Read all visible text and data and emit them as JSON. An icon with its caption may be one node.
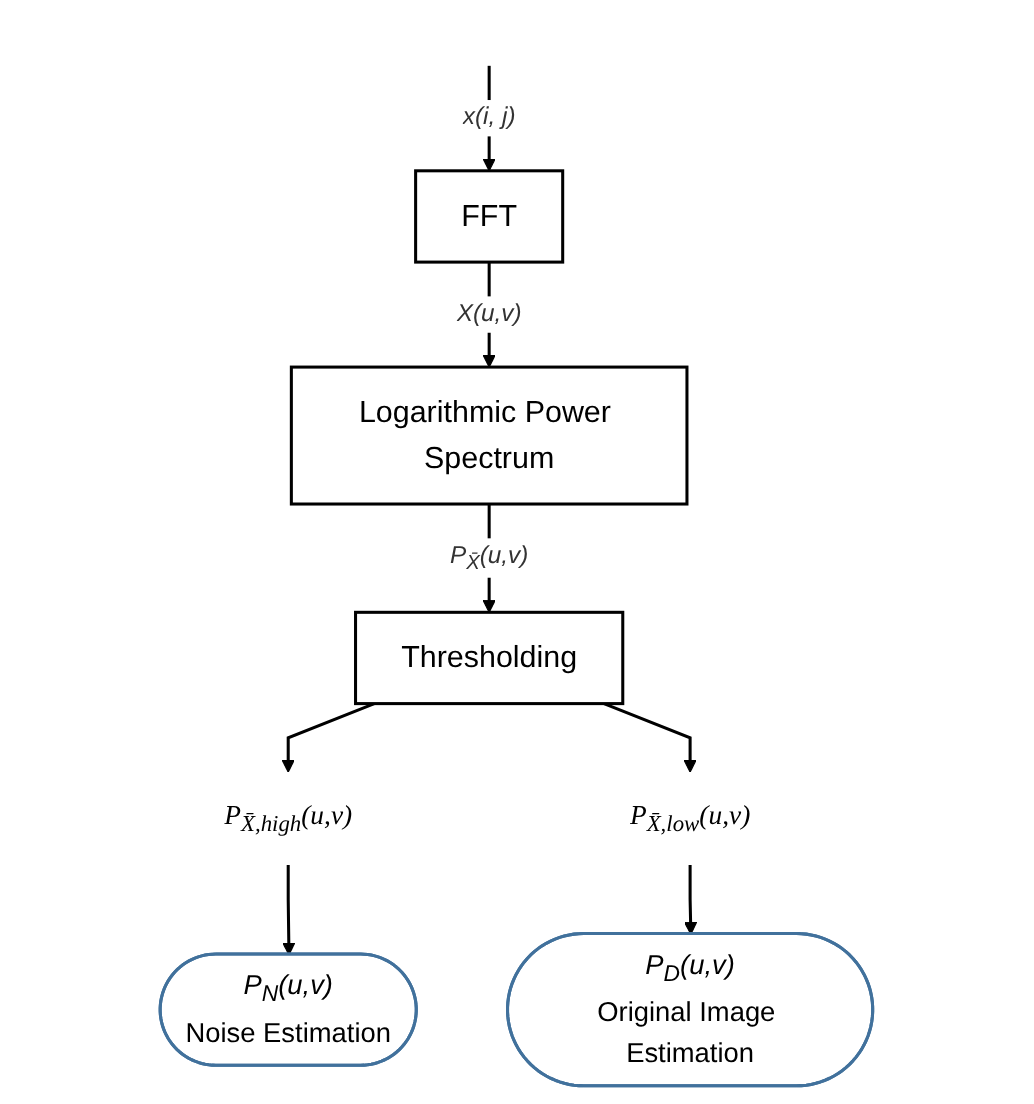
{
  "diagram": {
    "nodes": [
      {
        "text": [
          "FFT"
        ]
      },
      {
        "text": [
          "Logarithmic Power Spectrum"
        ]
      },
      {
        "text": [
          "Thresholding"
        ]
      },
      {
        "text": [
          "P$_{X̄,high}$(u,v)"
        ]
      },
      {
        "text": [
          "P$_{X̄,low}$(u,v)"
        ]
      },
      {
        "text": [
          "P$_{N}$(u,v)",
          "Noise Estimation"
        ]
      },
      {
        "text": [
          "P$_{D}$(u,v)",
          "Original Image Estimation"
        ]
      }
    ],
    "edges": [
      {
        "from": null,
        "to": 0,
        "arrow": "to",
        "label": "x(i, j)"
      },
      {
        "from": 0,
        "to": 1,
        "arrow": "to",
        "label": "X(u,v)"
      },
      {
        "from": 1,
        "to": 2,
        "arrow": "to",
        "label": "P$_{X̄}$(u,v)"
      },
      {
        "from": 2,
        "to": 3,
        "arrow": "to"
      },
      {
        "from": 2,
        "to": 4,
        "arrow": "to"
      },
      {
        "from": 3,
        "to": 5,
        "arrow": "to"
      },
      {
        "from": 4,
        "to": 6,
        "arrow": "to"
      }
    ]
  }
}
